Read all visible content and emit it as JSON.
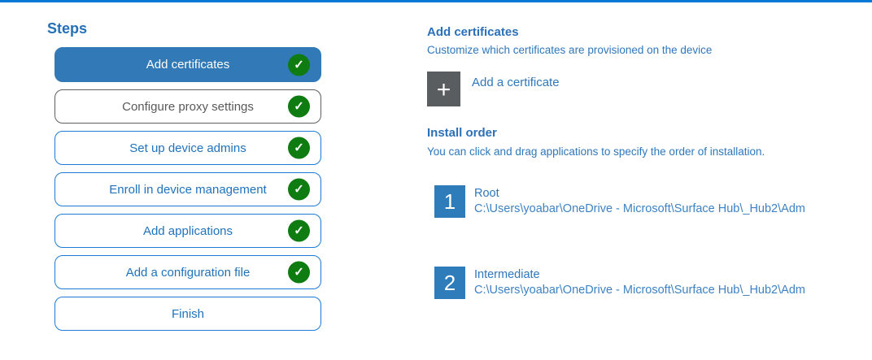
{
  "colors": {
    "accent_bar": "#0078d4",
    "active_step_fill": "#3279b7",
    "step_border_blue": "#1c7bd4",
    "step_text_blue": "#1f72bd",
    "visited_step_border": "#5f5f5f",
    "visited_step_text": "#595959",
    "completed_green": "#0e7c10",
    "add_tile_gray": "#595d5f",
    "order_tile_blue": "#2e7cb9",
    "content_text_blue": "#2e77bc"
  },
  "sidebar": {
    "title": "Steps",
    "steps": [
      {
        "label": "Add certificates",
        "state": "active",
        "completed": true
      },
      {
        "label": "Configure proxy settings",
        "state": "visited",
        "completed": true
      },
      {
        "label": "Set up device admins",
        "state": "normal",
        "completed": true
      },
      {
        "label": "Enroll in device management",
        "state": "normal",
        "completed": true
      },
      {
        "label": "Add applications",
        "state": "normal",
        "completed": true
      },
      {
        "label": "Add a configuration file",
        "state": "normal",
        "completed": true
      },
      {
        "label": "Finish",
        "state": "normal",
        "completed": false
      }
    ]
  },
  "main": {
    "title": "Add certificates",
    "subtitle": "Customize which certificates are provisioned on the device",
    "add_certificate": {
      "icon": "plus-icon",
      "plus_glyph": "+",
      "label": "Add a certificate"
    },
    "install_order": {
      "title": "Install order",
      "description": "You can click and drag applications to specify the order of installation.",
      "items": [
        {
          "order": "1",
          "name": "Root",
          "path": "C:\\Users\\yoabar\\OneDrive - Microsoft\\Surface Hub\\_Hub2\\Adm"
        },
        {
          "order": "2",
          "name": "Intermediate",
          "path": "C:\\Users\\yoabar\\OneDrive - Microsoft\\Surface Hub\\_Hub2\\Adm"
        }
      ]
    }
  },
  "icons": {
    "completed_check": "✓"
  }
}
